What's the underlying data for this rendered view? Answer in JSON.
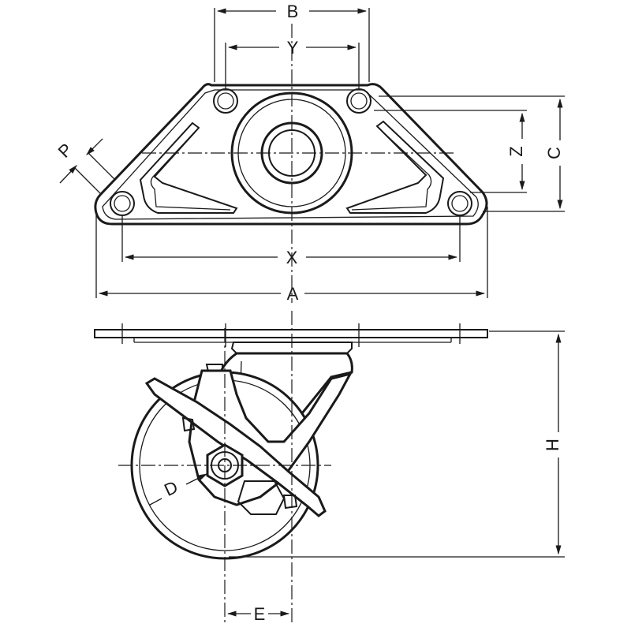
{
  "drawing": {
    "type": "technical-drawing",
    "subject": "swivel caster with brake",
    "views": [
      "top-plate",
      "side"
    ],
    "line_color": "#1a1a1a",
    "background": "#ffffff"
  },
  "labels": {
    "A": "A",
    "B": "B",
    "C": "C",
    "D": "D",
    "E": "E",
    "H": "H",
    "P": "P",
    "X": "X",
    "Y": "Y",
    "Z": "Z"
  }
}
